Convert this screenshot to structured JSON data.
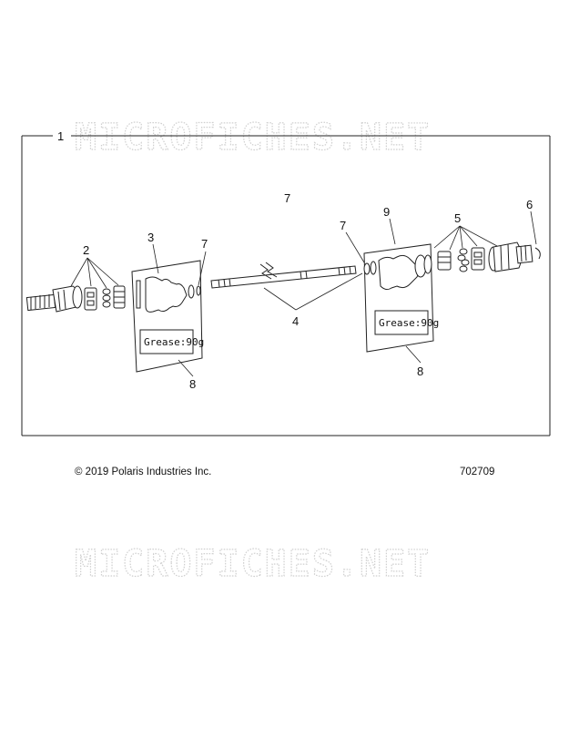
{
  "watermark": "MICROFICHES.NET",
  "callouts": {
    "c1": "1",
    "c2": "2",
    "c3": "3",
    "c4": "4",
    "c5": "5",
    "c6": "6",
    "c7a": "7",
    "c7b": "7",
    "c7c": "7",
    "c8a": "8",
    "c8b": "8",
    "c9": "9"
  },
  "grease_left": "Grease:90g",
  "grease_right": "Grease:90g",
  "footer": {
    "copyright": "© 2019  Polaris Industries Inc.",
    "part_number": "702709"
  }
}
